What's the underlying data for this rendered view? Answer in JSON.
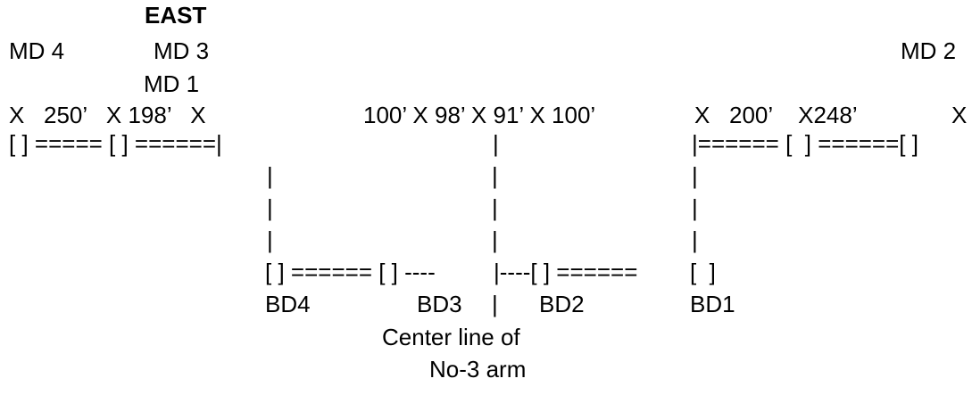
{
  "title": "EAST",
  "rows": [
    {
      "id": "md4",
      "text": "MD 4"
    },
    {
      "id": "md3",
      "text": "MD 3"
    },
    {
      "id": "md2",
      "text": "MD 2"
    },
    {
      "id": "md1",
      "text": "MD 1"
    },
    {
      "id": "xrow-a",
      "text": "X   250’   X 198’   X"
    },
    {
      "id": "xrow-b",
      "text": "100’ X 98’ X 91’ X 100’"
    },
    {
      "id": "xrow-c",
      "text": "X   200’    X248’"
    },
    {
      "id": "xrow-d",
      "text": "X"
    },
    {
      "id": "pipe-l1",
      "text": "[ ] ===== [ ] ======|"
    },
    {
      "id": "pipe-m1",
      "text": "|"
    },
    {
      "id": "pipe-r1",
      "text": "|====== [  ] ======[ ]"
    },
    {
      "id": "v-l2",
      "text": "|"
    },
    {
      "id": "v-m2",
      "text": "|"
    },
    {
      "id": "v-r2",
      "text": "|"
    },
    {
      "id": "v-l3",
      "text": "|"
    },
    {
      "id": "v-m3",
      "text": "|"
    },
    {
      "id": "v-r3",
      "text": "|"
    },
    {
      "id": "v-l4",
      "text": "|"
    },
    {
      "id": "v-m4",
      "text": "|"
    },
    {
      "id": "v-r4",
      "text": "|"
    },
    {
      "id": "lower-l",
      "text": "[ ] ====== [ ] ----"
    },
    {
      "id": "lower-m",
      "text": "|----[ ] ======"
    },
    {
      "id": "lower-r",
      "text": "[  ]"
    },
    {
      "id": "bd4",
      "text": "BD4"
    },
    {
      "id": "bd3",
      "text": "BD3"
    },
    {
      "id": "center-bar",
      "text": "|"
    },
    {
      "id": "bd2",
      "text": "BD2"
    },
    {
      "id": "bd1",
      "text": "BD1"
    },
    {
      "id": "center-1",
      "text": "Center line of"
    },
    {
      "id": "center-2",
      "text": "No-3 arm"
    }
  ]
}
